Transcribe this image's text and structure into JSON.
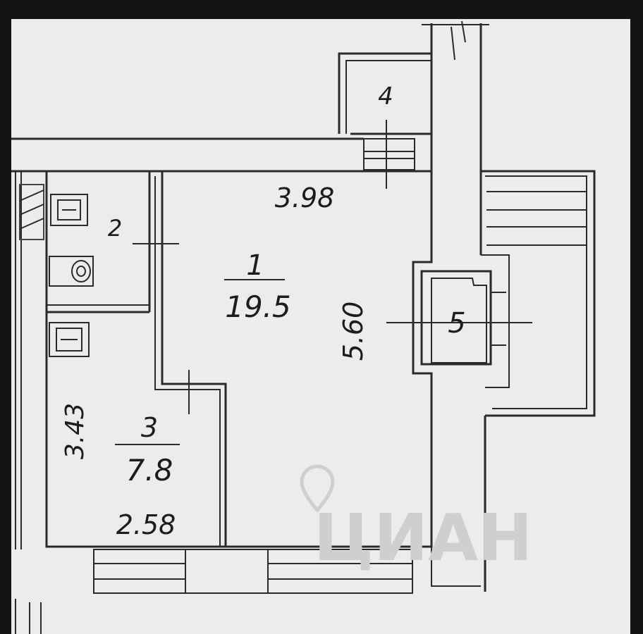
{
  "colors": {
    "frame": "#141414",
    "paper": "#ececea",
    "ink": "#2a2a2a",
    "hatch": "#444444",
    "watermark": "#cfcfcf"
  },
  "rooms": [
    {
      "number": "1",
      "area": "19.5"
    },
    {
      "number": "2"
    },
    {
      "number": "3",
      "area": "7.8"
    },
    {
      "number": "4"
    },
    {
      "number": "5"
    }
  ],
  "dimensions": {
    "room1_width": "3.98",
    "room1_length": "5.60",
    "room3_width": "2.58",
    "room3_length": "3.43"
  },
  "watermark": {
    "brand": "ЦИАН"
  },
  "icons": [
    "sink-icon",
    "toilet-icon",
    "bathtub-icon",
    "location-pin-icon"
  ]
}
